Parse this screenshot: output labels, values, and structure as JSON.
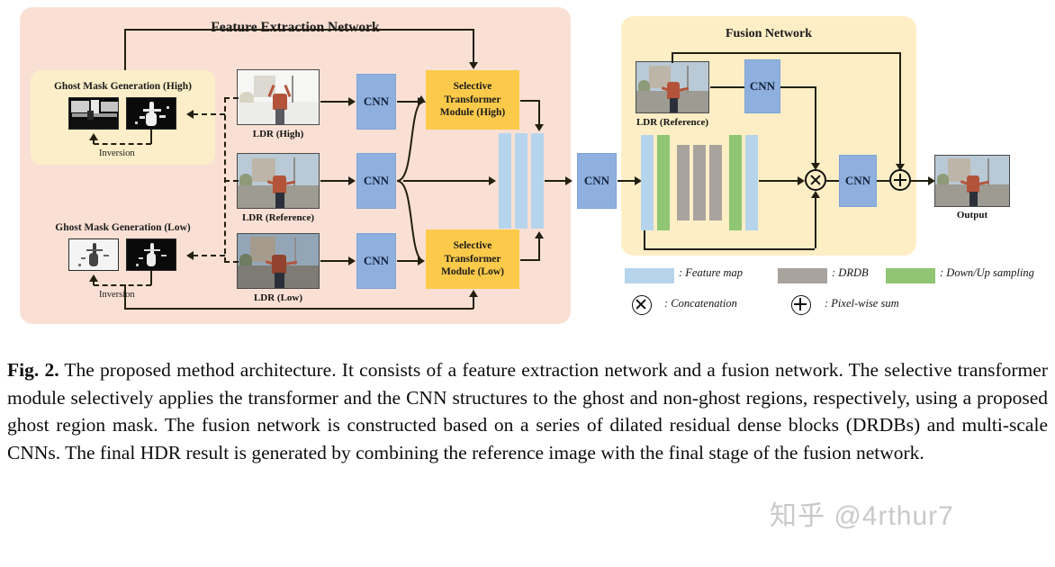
{
  "figure": {
    "feature_extraction": {
      "title": "Feature Extraction Network",
      "ghost_mask_high": {
        "title": "Ghost Mask Generation (High)",
        "inversion_label": "Inversion"
      },
      "ghost_mask_low": {
        "title": "Ghost Mask Generation (Low)",
        "inversion_label": "Inversion"
      },
      "inputs": [
        {
          "label": "LDR (High)"
        },
        {
          "label": "LDR (Reference)"
        },
        {
          "label": "LDR (Low)"
        }
      ],
      "cnn_label": "CNN",
      "stm_high": "Selective Transformer Module (High)",
      "stm_low": "Selective Transformer Module (Low)",
      "bridge_cnn_label": "CNN"
    },
    "fusion": {
      "title": "Fusion Network",
      "reference_label": "LDR (Reference)",
      "cnn_label": "CNN",
      "final_cnn_label": "CNN",
      "output_label": "Output"
    },
    "legend": {
      "swatches": [
        {
          "name": "feature-map",
          "text": ": Feature map",
          "color": "#b6d4ec"
        },
        {
          "name": "drdb",
          "text": ": DRDB",
          "color": "#a9a39e"
        },
        {
          "name": "down-up",
          "text": ": Down/Up sampling",
          "color": "#8fc573"
        }
      ],
      "operators": [
        {
          "name": "concatenation",
          "text": ": Concatenation",
          "glyph": "cross-circle"
        },
        {
          "name": "pixel-wise-sum",
          "text": ": Pixel-wise sum",
          "glyph": "plus-circle"
        }
      ]
    },
    "colors": {
      "fen_panel": "#fae0d4",
      "fusion_panel": "#fdeec6",
      "sub_panel": "#fbeec8",
      "cnn": "#8fb0de",
      "stm": "#fbca4b",
      "feature_map": "#b6d4ec",
      "drdb": "#a9a39e",
      "down_up": "#8fc573",
      "connector": "#231f10"
    }
  },
  "caption": {
    "label": "Fig. 2.",
    "text": "The proposed method architecture. It consists of a feature extraction network and a fusion network. The selective transformer module selectively applies the transformer and the CNN structures to the ghost and non-ghost regions, respectively, using a proposed ghost region mask. The fusion network is constructed based on a series of dilated residual dense blocks (DRDBs) and multi-scale CNNs. The final HDR result is generated by combining the reference image with the final stage of the fusion network."
  },
  "watermark": {
    "text": "知乎 @4rthur7"
  }
}
